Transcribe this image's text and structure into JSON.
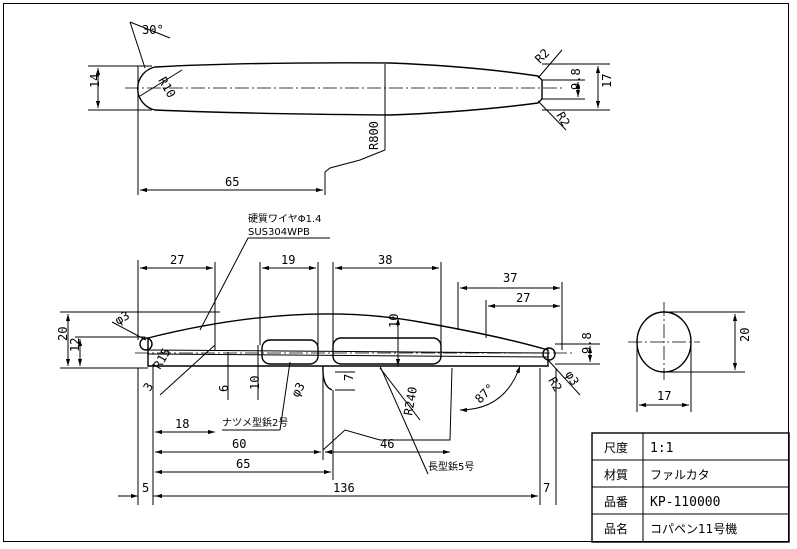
{
  "drawing": {
    "top_view": {
      "angle": "30°",
      "radius_tip": "R10",
      "width_left": "14",
      "radius_body": "R800",
      "radius_end_top": "R2",
      "radius_end_bottom": "R2",
      "width_end": "9.8",
      "width_right": "17",
      "length": "65"
    },
    "side_view": {
      "note_wire": "硬質ワイヤΦ1.4",
      "note_material": "SUS304WPB",
      "dim_27": "27",
      "dim_19": "19",
      "dim_38": "38",
      "dim_37": "37",
      "dim_27b": "27",
      "dim_phi3_left": "φ3",
      "dim_20": "20",
      "dim_12": "12",
      "dim_10_top": "10",
      "dim_r15": "R15",
      "dim_3": "3",
      "dim_6": "6",
      "dim_10_bottom": "10",
      "dim_phi3_mid": "φ3",
      "dim_7": "7",
      "dim_r240": "R240",
      "dim_87": "87°",
      "dim_9_8": "9.8",
      "dim_r2": "R2",
      "dim_phi3_right": "φ3",
      "dim_18": "18",
      "note_natsume": "ナツメ型鋲2号",
      "dim_60": "60",
      "dim_46": "46",
      "dim_65": "65",
      "note_nagagata": "長型鋲5号",
      "dim_5": "5",
      "dim_136": "136",
      "dim_7b": "7"
    },
    "end_view": {
      "dim_20": "20",
      "dim_17": "17"
    }
  },
  "title_block": {
    "rows": [
      {
        "label": "尺度",
        "value": "1:1"
      },
      {
        "label": "材質",
        "value": "ファルカタ"
      },
      {
        "label": "品番",
        "value": "KP-110000"
      },
      {
        "label": "品名",
        "value": "コパペン11号機"
      }
    ]
  }
}
